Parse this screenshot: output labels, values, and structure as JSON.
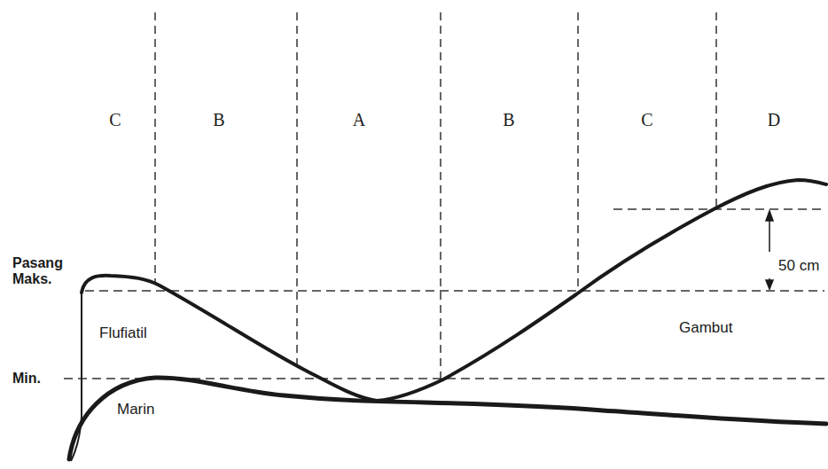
{
  "diagram": {
    "labels": [
      "C",
      "B",
      "A",
      "B",
      "C",
      "D",
      "Pasang Maks.",
      "50 cm",
      "Flufiatil",
      "Gambut",
      "Min.",
      "Marin"
    ]
  }
}
